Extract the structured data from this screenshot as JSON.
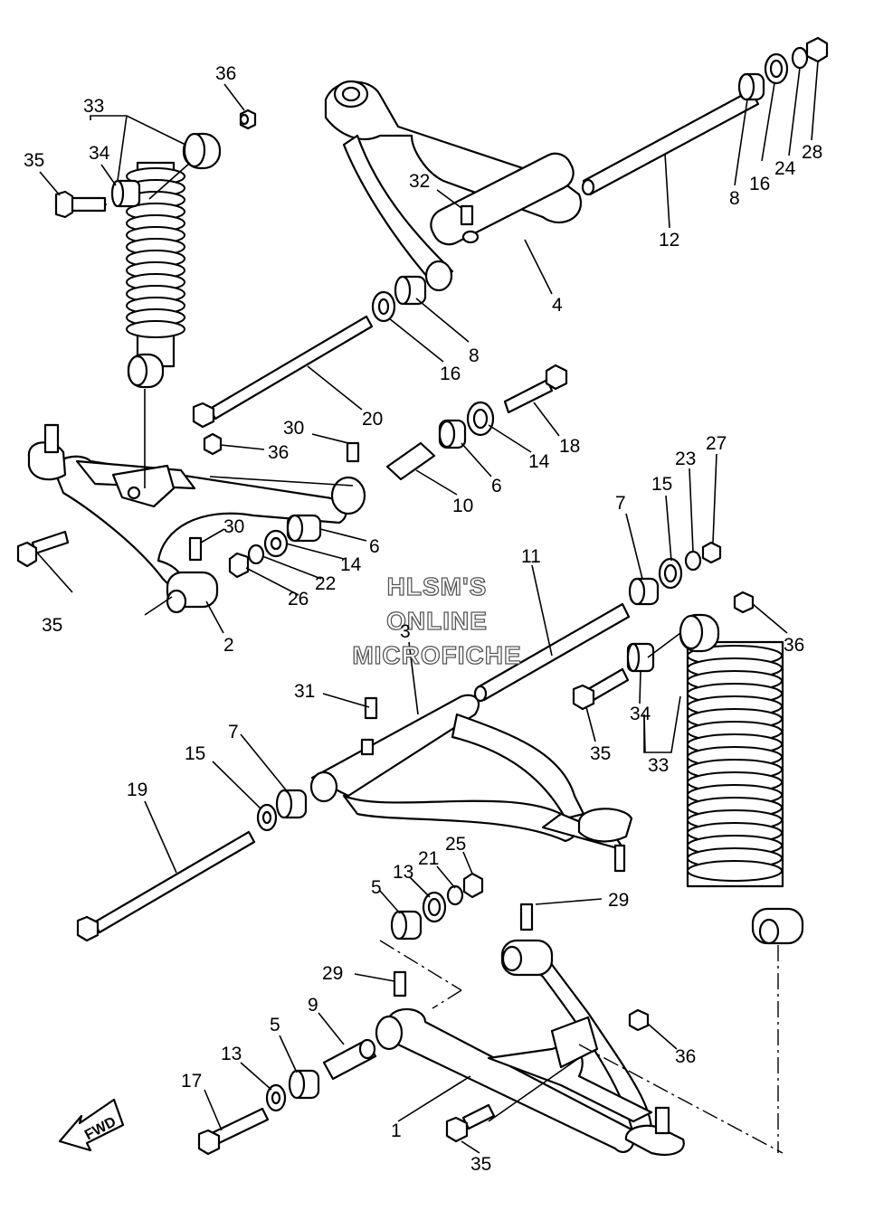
{
  "watermark": [
    "HLSM'S",
    "ONLINE",
    "MICROFICHE"
  ],
  "direction_label": "FWD",
  "callouts": [
    {
      "id": "36a",
      "text": "36"
    },
    {
      "id": "33a",
      "text": "33"
    },
    {
      "id": "34a",
      "text": "34"
    },
    {
      "id": "35a",
      "text": "35"
    },
    {
      "id": "32",
      "text": "32"
    },
    {
      "id": "4",
      "text": "4"
    },
    {
      "id": "8a",
      "text": "8"
    },
    {
      "id": "16a",
      "text": "16"
    },
    {
      "id": "8b",
      "text": "8"
    },
    {
      "id": "16b",
      "text": "16"
    },
    {
      "id": "24",
      "text": "24"
    },
    {
      "id": "28",
      "text": "28"
    },
    {
      "id": "12",
      "text": "12"
    },
    {
      "id": "20",
      "text": "20"
    },
    {
      "id": "30a",
      "text": "30"
    },
    {
      "id": "36b",
      "text": "36"
    },
    {
      "id": "18",
      "text": "18"
    },
    {
      "id": "14a",
      "text": "14"
    },
    {
      "id": "6a",
      "text": "6"
    },
    {
      "id": "10",
      "text": "10"
    },
    {
      "id": "30b",
      "text": "30"
    },
    {
      "id": "6b",
      "text": "6"
    },
    {
      "id": "14b",
      "text": "14"
    },
    {
      "id": "22",
      "text": "22"
    },
    {
      "id": "26",
      "text": "26"
    },
    {
      "id": "35b",
      "text": "35"
    },
    {
      "id": "2",
      "text": "2"
    },
    {
      "id": "7a",
      "text": "7"
    },
    {
      "id": "15a",
      "text": "15"
    },
    {
      "id": "23",
      "text": "23"
    },
    {
      "id": "27",
      "text": "27"
    },
    {
      "id": "11",
      "text": "11"
    },
    {
      "id": "3",
      "text": "3"
    },
    {
      "id": "36c",
      "text": "36"
    },
    {
      "id": "31",
      "text": "31"
    },
    {
      "id": "34b",
      "text": "34"
    },
    {
      "id": "35c",
      "text": "35"
    },
    {
      "id": "33b",
      "text": "33"
    },
    {
      "id": "7b",
      "text": "7"
    },
    {
      "id": "15b",
      "text": "15"
    },
    {
      "id": "19",
      "text": "19"
    },
    {
      "id": "5a",
      "text": "5"
    },
    {
      "id": "13a",
      "text": "13"
    },
    {
      "id": "21",
      "text": "21"
    },
    {
      "id": "25",
      "text": "25"
    },
    {
      "id": "29a",
      "text": "29"
    },
    {
      "id": "29b",
      "text": "29"
    },
    {
      "id": "9",
      "text": "9"
    },
    {
      "id": "5b",
      "text": "5"
    },
    {
      "id": "13b",
      "text": "13"
    },
    {
      "id": "36d",
      "text": "36"
    },
    {
      "id": "17",
      "text": "17"
    },
    {
      "id": "1",
      "text": "1"
    },
    {
      "id": "35d",
      "text": "35"
    }
  ]
}
